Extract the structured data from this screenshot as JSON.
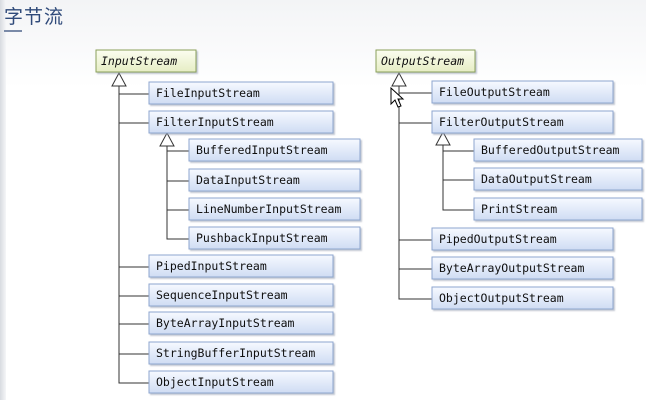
{
  "slide": {
    "title": "字节流"
  },
  "input": {
    "root": "InputStream",
    "children": [
      "FileInputStream",
      "FilterInputStream",
      "PipedInputStream",
      "SequenceInputStream",
      "ByteArrayInputStream",
      "StringBufferInputStream",
      "ObjectInputStream"
    ],
    "filter_children": [
      "BufferedInputStream",
      "DataInputStream",
      "LineNumberInputStream",
      "PushbackInputStream"
    ]
  },
  "output": {
    "root": "OutputStream",
    "children": [
      "FileOutputStream",
      "FilterOutputStream",
      "PipedOutputStream",
      "ByteArrayOutputStream",
      "ObjectOutputStream"
    ],
    "filter_children": [
      "BufferedOutputStream",
      "DataOutputStream",
      "PrintStream"
    ]
  },
  "colors": {
    "root_fill": "#f3f7dc",
    "box_fill": "#e3ecfa",
    "box_border": "#8ea6cf",
    "title_color": "#2f4a7a"
  }
}
